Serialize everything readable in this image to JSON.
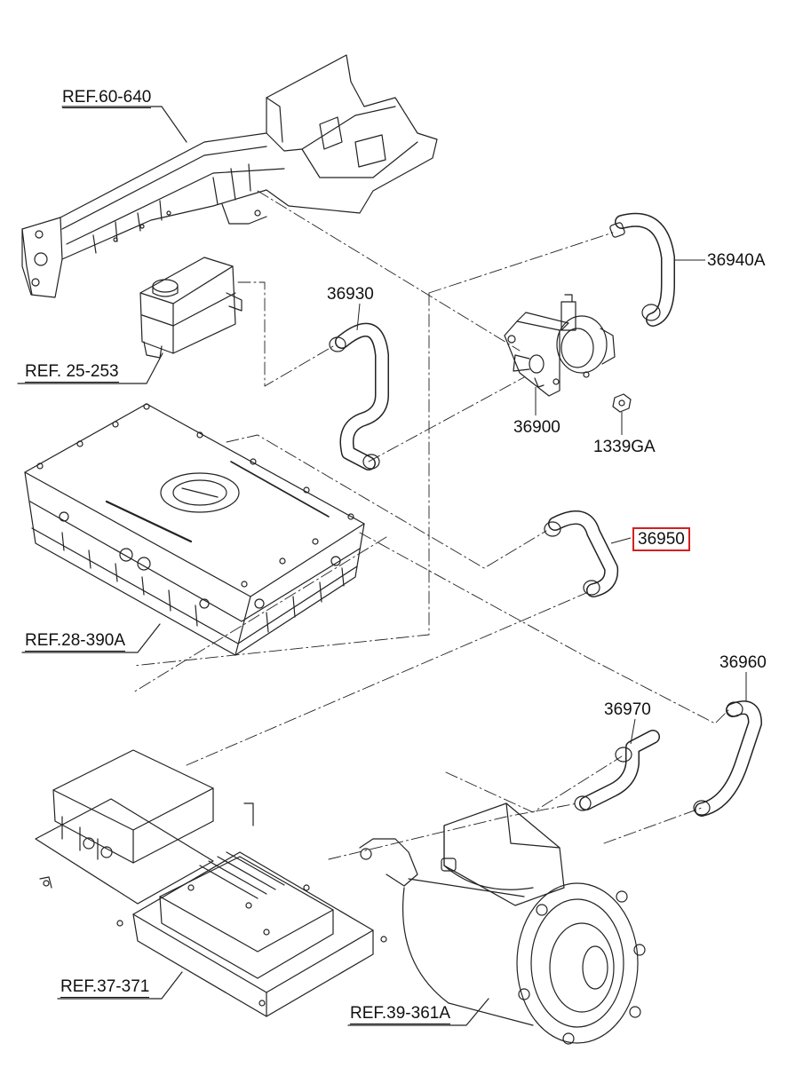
{
  "labels": {
    "ref_60_640": "REF.60-640",
    "ref_25_253": "REF. 25-253",
    "ref_28_390a": "REF.28-390A",
    "ref_37_371": "REF.37-371",
    "ref_39_361a": "REF.39-361A",
    "p36940a": "36940A",
    "p36930": "36930",
    "p36900": "36900",
    "p1339ga": "1339GA",
    "p36950": "36950",
    "p36960": "36960",
    "p36970": "36970"
  },
  "highlight": {
    "part": "36950",
    "color": "#d42020"
  }
}
